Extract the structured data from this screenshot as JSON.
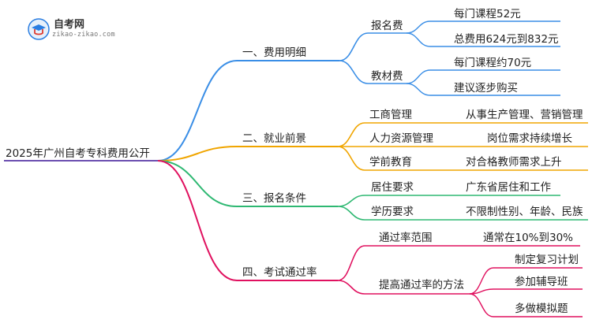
{
  "logo": {
    "title": "自考网",
    "subtitle": "zikao-zikao.com"
  },
  "root": "2025年广州自考专科费用公开",
  "branches": [
    {
      "label": "一、费用明细",
      "color": "#3a8ee6",
      "children": [
        {
          "label": "报名费",
          "children": [
            "每门课程52元",
            "总费用624元到832元"
          ]
        },
        {
          "label": "教材费",
          "children": [
            "每门课程约70元",
            "建议逐步购买"
          ]
        }
      ]
    },
    {
      "label": "二、就业前景",
      "color": "#f0a500",
      "children": [
        {
          "label": "工商管理",
          "children": [
            "从事生产管理、营销管理"
          ]
        },
        {
          "label": "人力资源管理",
          "children": [
            "岗位需求持续增长"
          ]
        },
        {
          "label": "学前教育",
          "children": [
            "对合格教师需求上升"
          ]
        }
      ]
    },
    {
      "label": "三、报名条件",
      "color": "#2eb872",
      "children": [
        {
          "label": "居住要求",
          "children": [
            "广东省居住和工作"
          ]
        },
        {
          "label": "学历要求",
          "children": [
            "不限制性别、年龄、民族"
          ]
        }
      ]
    },
    {
      "label": "四、考试通过率",
      "color": "#e0115f",
      "children": [
        {
          "label": "通过率范围",
          "children": [
            "通常在10%到30%"
          ]
        },
        {
          "label": "提高通过率的方法",
          "children": [
            "制定复习计划",
            "参加辅导班",
            "多做模拟题"
          ]
        }
      ]
    }
  ]
}
